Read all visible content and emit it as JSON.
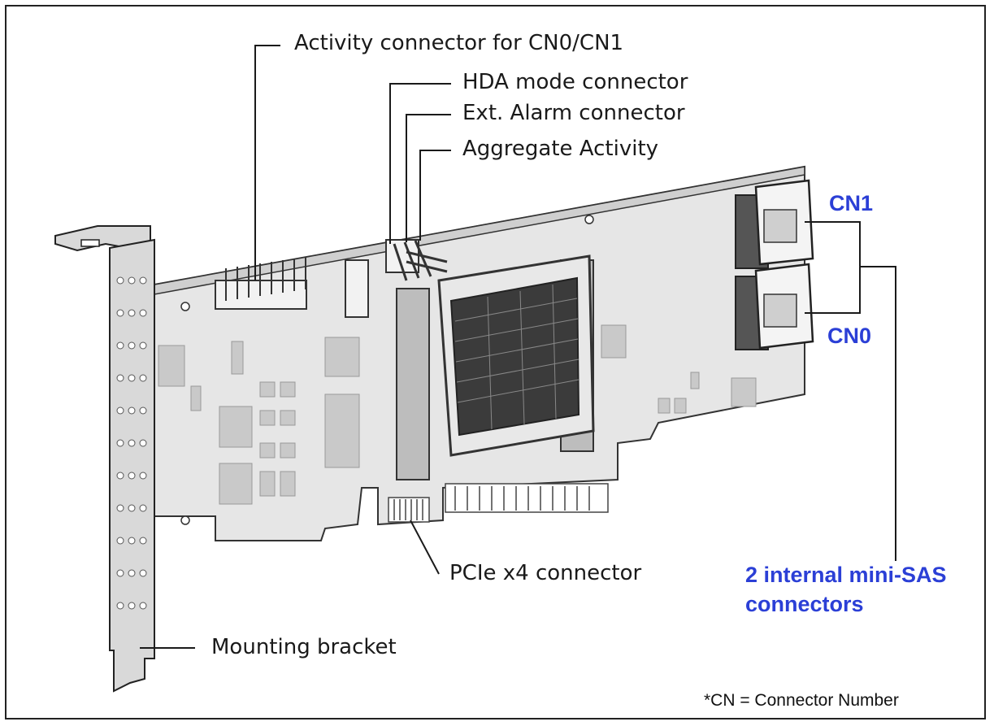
{
  "labels": {
    "activity_cn": "Activity connector for CN0/CN1",
    "hda_mode": "HDA mode connector",
    "ext_alarm": "Ext. Alarm connector",
    "aggregate": "Aggregate Activity",
    "cn1": "CN1",
    "cn0": "CN0",
    "pcie": "PCIe x4 connector",
    "mini_sas_line1": "2 internal mini-SAS",
    "mini_sas_line2": "connectors",
    "bracket": "Mounting bracket",
    "footnote": "*CN = Connector Number"
  },
  "colors": {
    "accent_blue": "#2b3fd6",
    "board_fill": "#e6e6e6",
    "line": "#222222"
  }
}
